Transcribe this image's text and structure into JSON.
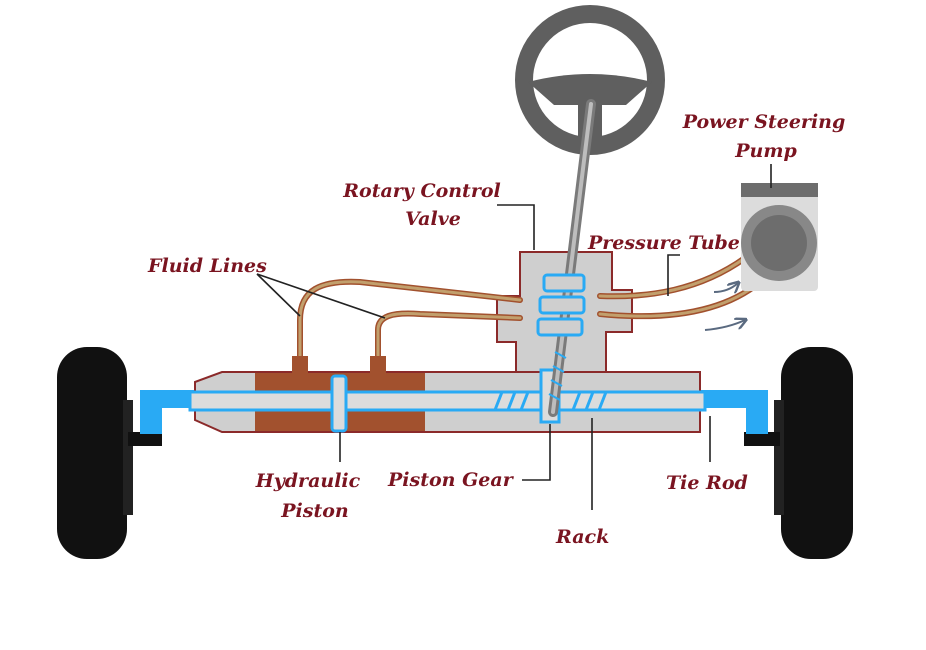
{
  "labels": {
    "power_steering_pump_line1": "Power Steering",
    "power_steering_pump_line2": "Pump",
    "rotary_control_valve_line1": "Rotary Control",
    "rotary_control_valve_line2": "Valve",
    "pressure_tube": "Pressure Tube",
    "fluid_lines": "Fluid Lines",
    "hydraulic_piston_line1": "Hydraulic",
    "hydraulic_piston_line2": "Piston",
    "piston_gear": "Piston Gear",
    "tie_rod": "Tie Rod",
    "rack": "Rack"
  },
  "colors": {
    "label": "#7a1420",
    "steering_wheel": "#5f5f5f",
    "shaft": "#8a8a8a",
    "housing": "#cfcfcf",
    "housing_outline": "#8b2a2a",
    "fluid": "#a2512e",
    "fluid_line": "#c2a06d",
    "rack": "#29aaf4",
    "tire": "#111111",
    "pump": "#888888"
  }
}
